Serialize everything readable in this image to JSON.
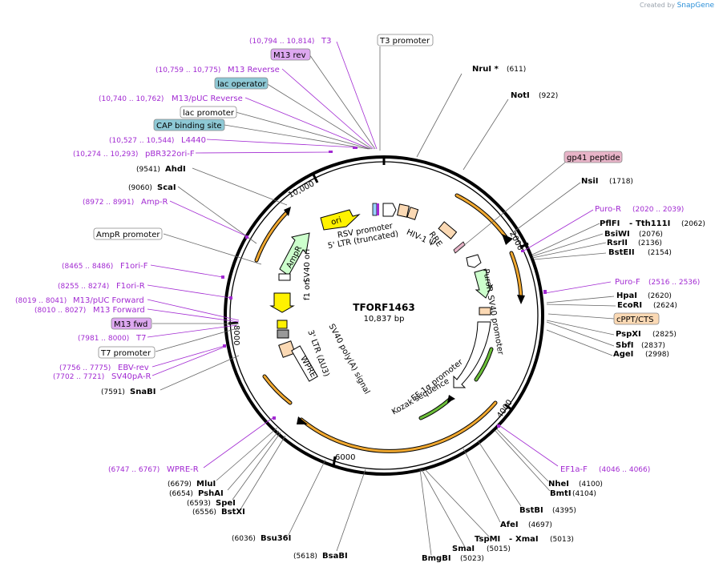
{
  "credit": {
    "prefix": "Created by",
    "brand": "SnapGene"
  },
  "plasmid": {
    "name": "TFORF1463",
    "size": "10,837 bp"
  },
  "ticks": [
    "2000",
    "4000",
    "6000",
    "8000",
    "10,000"
  ],
  "features": [
    {
      "id": "rsv",
      "label": "RSV promoter"
    },
    {
      "id": "ltr5",
      "label": "5' LTR (truncated)"
    },
    {
      "id": "hiv",
      "label": "HIV-1 Ψ"
    },
    {
      "id": "rre",
      "label": "RRE"
    },
    {
      "id": "ori",
      "label": "ori"
    },
    {
      "id": "ampr",
      "label": "AmpR"
    },
    {
      "id": "f1",
      "label": "f1 ori"
    },
    {
      "id": "sv40ori",
      "label": "SV40 ori"
    },
    {
      "id": "puror",
      "label": "PuroR"
    },
    {
      "id": "sv40p",
      "label": "SV40 promoter"
    },
    {
      "id": "ef1a",
      "label": "EF-1α promoter"
    },
    {
      "id": "kozak",
      "label": "Kozak sequence"
    },
    {
      "id": "ltr3",
      "label": "3' LTR (ΔU3)"
    },
    {
      "id": "polya",
      "label": "SV40 poly(A) signal"
    },
    {
      "id": "wpre",
      "label": "WPRE"
    }
  ],
  "right_labels": [
    {
      "kind": "enzyme",
      "name": "NruI *",
      "pos": "(611)"
    },
    {
      "kind": "enzyme",
      "name": "NotI",
      "pos": "(922)"
    },
    {
      "kind": "box-pink",
      "name": "gp41 peptide"
    },
    {
      "kind": "enzyme",
      "name": "NsiI",
      "pos": "(1718)"
    },
    {
      "kind": "primer",
      "name": "Puro-R",
      "pos": "(2020 .. 2039)"
    },
    {
      "kind": "enzyme",
      "name": "PflFI",
      "name2": "Tth111I",
      "pos": "(2062)"
    },
    {
      "kind": "enzyme",
      "name": "BsiWI",
      "pos": "(2076)"
    },
    {
      "kind": "enzyme",
      "name": "RsrII",
      "pos": "(2136)"
    },
    {
      "kind": "enzyme",
      "name": "BstEII",
      "pos": "(2154)"
    },
    {
      "kind": "primer",
      "name": "Puro-F",
      "pos": "(2516 .. 2536)"
    },
    {
      "kind": "enzyme",
      "name": "HpaI",
      "pos": "(2620)"
    },
    {
      "kind": "enzyme",
      "name": "EcoRI",
      "pos": "(2624)"
    },
    {
      "kind": "box-peach",
      "name": "cPPT/CTS"
    },
    {
      "kind": "enzyme",
      "name": "PspXI",
      "pos": "(2825)"
    },
    {
      "kind": "enzyme",
      "name": "SbfI",
      "pos": "(2837)"
    },
    {
      "kind": "enzyme",
      "name": "AgeI",
      "pos": "(2998)"
    },
    {
      "kind": "primer",
      "name": "EF1a-F",
      "pos": "(4046 .. 4066)"
    },
    {
      "kind": "enzyme",
      "name": "NheI",
      "pos": "(4100)"
    },
    {
      "kind": "enzyme",
      "name": "BmtI",
      "pos": "(4104)"
    },
    {
      "kind": "enzyme",
      "name": "BstBI",
      "pos": "(4395)"
    },
    {
      "kind": "enzyme",
      "name": "AfeI",
      "pos": "(4697)"
    },
    {
      "kind": "enzyme",
      "name": "TspMI",
      "name2": "XmaI",
      "pos": "(5013)"
    },
    {
      "kind": "enzyme",
      "name": "SmaI",
      "pos": "(5015)"
    },
    {
      "kind": "enzyme",
      "name": "BmgBI",
      "pos": "(5023)"
    }
  ],
  "bottom_labels": [
    {
      "kind": "enzyme",
      "name": "BsaBI",
      "pos": "(5618)"
    },
    {
      "kind": "enzyme",
      "name": "Bsu36I",
      "pos": "(6036)"
    },
    {
      "kind": "enzyme",
      "name": "BstXI",
      "pos": "(6556)"
    },
    {
      "kind": "enzyme",
      "name": "SpeI",
      "pos": "(6593)"
    },
    {
      "kind": "enzyme",
      "name": "PshAI",
      "pos": "(6654)"
    },
    {
      "kind": "enzyme",
      "name": "MluI",
      "pos": "(6679)"
    },
    {
      "kind": "primer",
      "name": "WPRE-R",
      "pos": "(6747 .. 6767)"
    }
  ],
  "left_labels": [
    {
      "kind": "box-white",
      "name": "T3 promoter"
    },
    {
      "kind": "primer",
      "name": "T3",
      "pos": "(10,794 .. 10,814)"
    },
    {
      "kind": "box-purple",
      "name": "M13 rev"
    },
    {
      "kind": "primer",
      "name": "M13 Reverse",
      "pos": "(10,759 .. 10,775)"
    },
    {
      "kind": "box-blue",
      "name": "lac operator"
    },
    {
      "kind": "primer",
      "name": "M13/pUC Reverse",
      "pos": "(10,740 .. 10,762)"
    },
    {
      "kind": "box-white",
      "name": "lac promoter"
    },
    {
      "kind": "box-blue",
      "name": "CAP binding site"
    },
    {
      "kind": "primer",
      "name": "L4440",
      "pos": "(10,527 .. 10,544)"
    },
    {
      "kind": "primer",
      "name": "pBR322ori-F",
      "pos": "(10,274 .. 10,293)"
    },
    {
      "kind": "enzyme",
      "name": "AhdI",
      "pos": "(9541)"
    },
    {
      "kind": "enzyme",
      "name": "ScaI",
      "pos": "(9060)"
    },
    {
      "kind": "primer",
      "name": "Amp-R",
      "pos": "(8972 .. 8991)"
    },
    {
      "kind": "box-white",
      "name": "AmpR promoter"
    },
    {
      "kind": "primer",
      "name": "F1ori-F",
      "pos": "(8465 .. 8486)"
    },
    {
      "kind": "primer",
      "name": "F1ori-R",
      "pos": "(8255 .. 8274)"
    },
    {
      "kind": "primer",
      "name": "M13/pUC Forward",
      "pos": "(8019 .. 8041)"
    },
    {
      "kind": "primer",
      "name": "M13 Forward",
      "pos": "(8010 .. 8027)"
    },
    {
      "kind": "box-purple",
      "name": "M13 fwd"
    },
    {
      "kind": "primer",
      "name": "T7",
      "pos": "(7981 .. 8000)"
    },
    {
      "kind": "box-white",
      "name": "T7 promoter"
    },
    {
      "kind": "primer",
      "name": "EBV-rev",
      "pos": "(7756 .. 7775)"
    },
    {
      "kind": "primer",
      "name": "SV40pA-R",
      "pos": "(7702 .. 7721)"
    },
    {
      "kind": "enzyme",
      "name": "SnaBI",
      "pos": "(7591)"
    }
  ],
  "colors": {
    "primer": "#a22ad2",
    "orf_orange": "#f0a830",
    "orf_green": "#6cbf3a",
    "box_pink": "#e8b4c8",
    "box_peach": "#fbd9b4",
    "box_blue": "#8ec9d6",
    "box_purple": "#dda8f0"
  }
}
